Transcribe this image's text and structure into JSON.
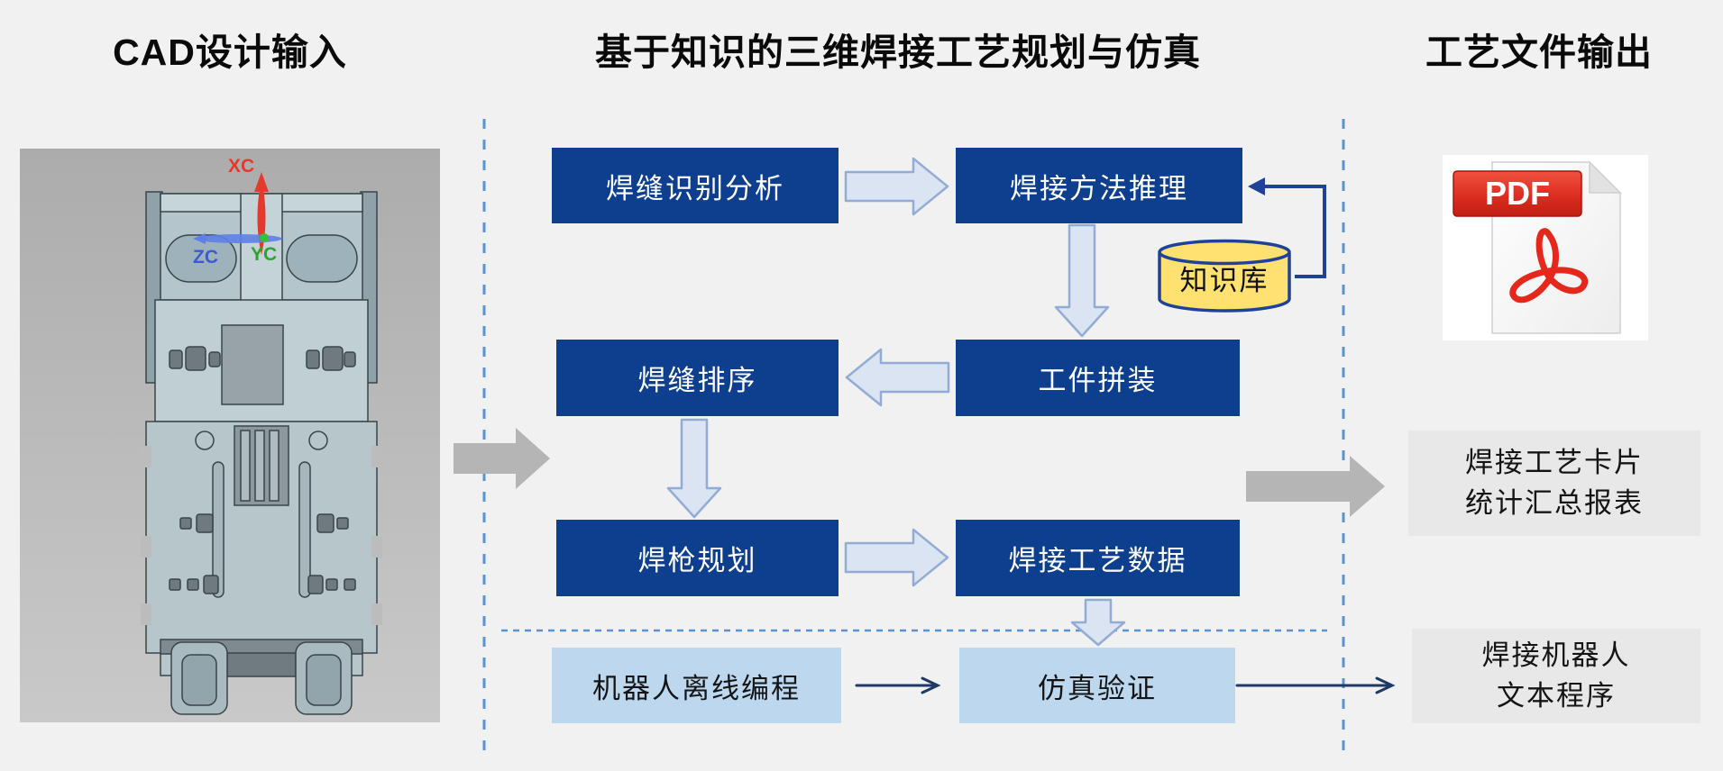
{
  "titles": {
    "left": "CAD设计输入",
    "center": "基于知识的三维焊接工艺规划与仿真",
    "right": "工艺文件输出"
  },
  "cad": {
    "axis_x": "XC",
    "axis_y": "YC",
    "axis_z": "ZC"
  },
  "flow": {
    "seam_recognition": "焊缝识别分析",
    "method_reasoning": "焊接方法推理",
    "knowledge_base": "知识库",
    "seam_sequencing": "焊缝排序",
    "part_assembly": "工件拼装",
    "torch_planning": "焊枪规划",
    "process_data": "焊接工艺数据",
    "offline_programming": "机器人离线编程",
    "simulation": "仿真验证"
  },
  "outputs": {
    "pdf_label": "PDF",
    "report_line1": "焊接工艺卡片",
    "report_line2": "统计汇总报表",
    "robot_line1": "焊接机器人",
    "robot_line2": "文本程序"
  },
  "colors": {
    "dark_box": "#0d3f8e",
    "light_box": "#bdd7ee",
    "block_arrow_fill": "#dae4f3",
    "block_arrow_stroke": "#92acd5",
    "dashed_line": "#5b93d1",
    "navy_line": "#1f3864",
    "feedback_line": "#1e419a",
    "cylinder_fill": "#ffe171",
    "gray_arrow": "#b5b5b5",
    "output_box": "#e8e8e8",
    "pdf_red": "#d92b1f"
  }
}
